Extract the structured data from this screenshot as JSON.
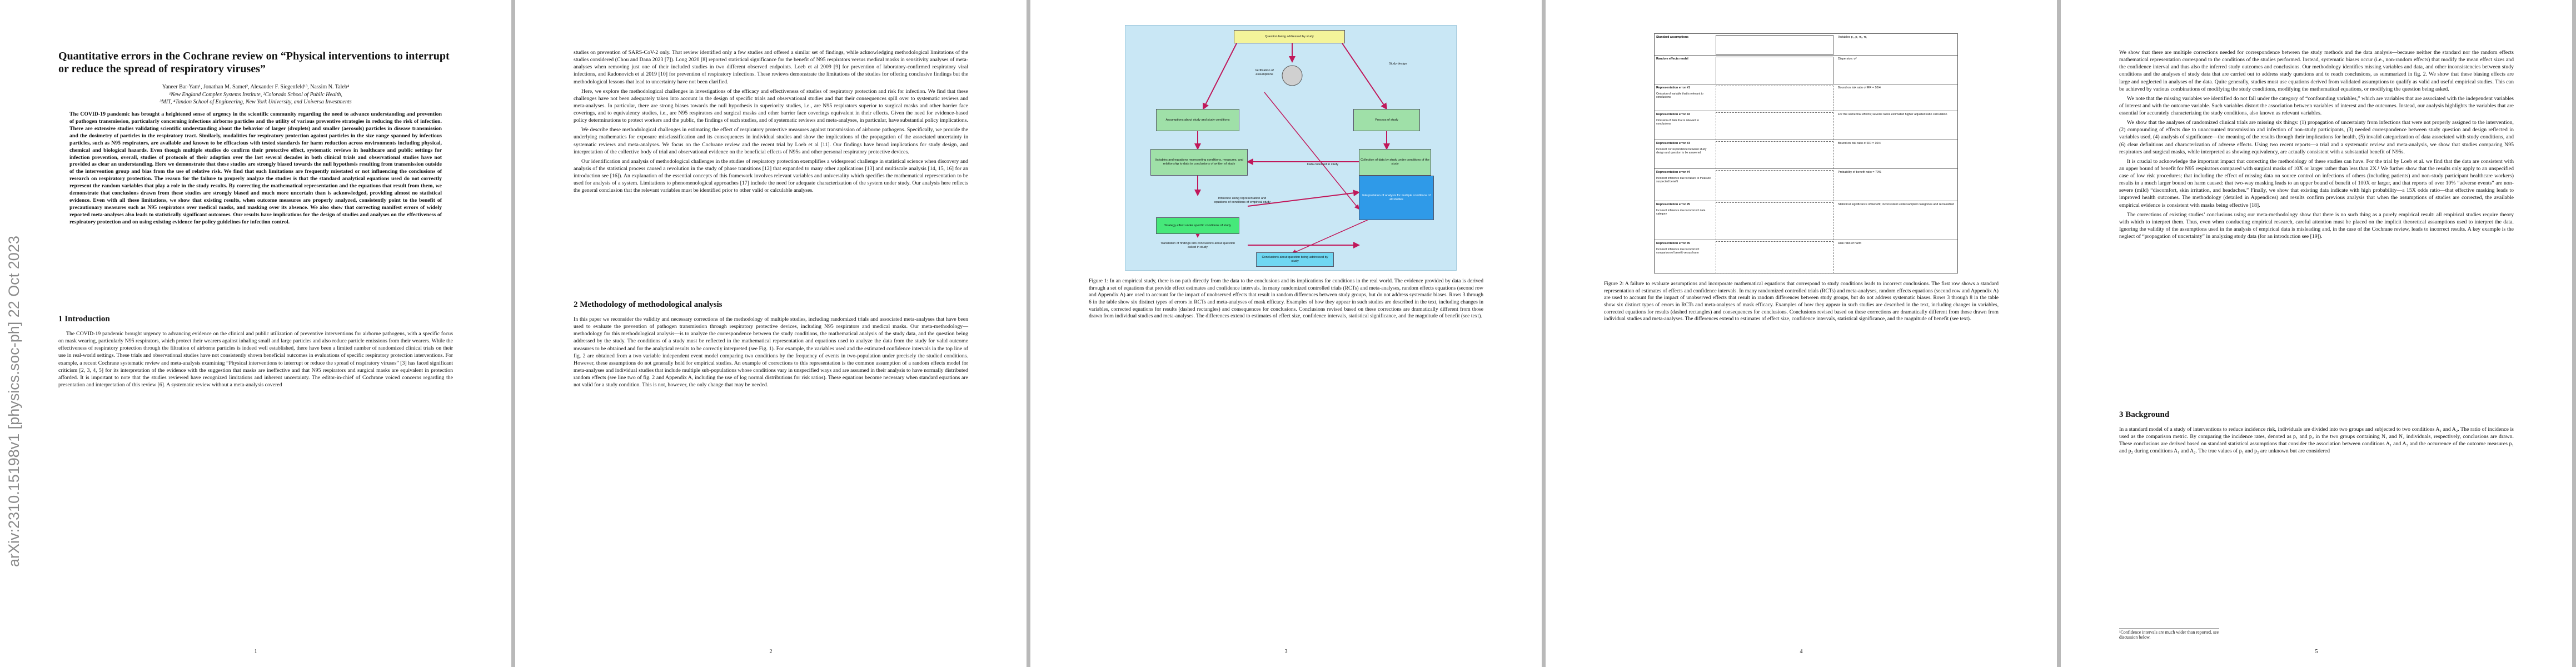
{
  "arxiv_id": "arXiv:2310.15198v1 [physics.soc-ph] 22 Oct 2023",
  "page_numbers": [
    "1",
    "2",
    "3",
    "4",
    "5"
  ],
  "page1": {
    "title": "Quantitative errors in the Cochrane review on “Physical interventions to interrupt or reduce the spread of respiratory viruses”",
    "authors": "Yaneer Bar-Yam¹, Jonathan M. Samet², Alexander F. Siegenfeld¹³, Nassim N. Taleb⁴",
    "affil1": "¹New England Complex Systems Institute, ²Colorado School of Public Health,",
    "affil2": "³MIT, ⁴Tandon School of Engineering, New York University, and Universa Investments",
    "abstract": "The COVID-19 pandemic has brought a heightened sense of urgency in the scientific community regarding the need to advance understanding and prevention of pathogen transmission, particularly concerning infectious airborne particles and the utility of various preventive strategies in reducing the risk of infection. There are extensive studies validating scientific understanding about the behavior of larger (droplets) and smaller (aerosols) particles in disease transmission and the dosimetry of particles in the respiratory tract. Similarly, modalities for respiratory protection against particles in the size range spanned by infectious particles, such as N95 respirators, are available and known to be efficacious with tested standards for harm reduction across environments including physical, chemical and biological hazards. Even though multiple studies do confirm their protective effect, systematic reviews in healthcare and public settings for infection prevention, overall, studies of protocols of their adoption over the last several decades in both clinical trials and observational studies have not provided as clear an understanding. Here we demonstrate that these studies are strongly biased towards the null hypothesis resulting from transmission outside of the intervention group and bias from the use of relative risk. We find that such limitations are frequently misstated or not influencing the conclusions of research on respiratory protection. The reason for the failure to properly analyze the studies is that the standard analytical equations used do not correctly represent the random variables that play a role in the study results. By correcting the mathematical representation and the equations that result from them, we demonstrate that conclusions drawn from these studies are strongly biased and much more uncertain than is acknowledged, providing almost no statistical evidence. Even with all these limitations, we show that existing results, when outcome measures are properly analyzed, consistently point to the benefit of precautionary measures such as N95 respirators over medical masks, and masking over its absence. We also show that correcting manifest errors of widely reported meta-analyses also leads to statistically significant outcomes. Our results have implications for the design of studies and analyses on the effectiveness of respiratory protection and on using existing evidence for policy guidelines for infection control.",
    "section_heading": "1   Introduction",
    "intro": "The COVID-19 pandemic brought urgency to advancing evidence on the clinical and public utilization of preventive interventions for airborne pathogens, with a specific focus on mask wearing, particularly N95 respirators, which protect their wearers against inhaling small and large particles and also reduce particle emissions from their wearers. While the effectiveness of respiratory protection through the filtration of airborne particles is indeed well established, there have been a limited number of randomized clinical trials on their use in real-world settings. These trials and observational studies have not consistently shown beneficial outcomes in evaluations of specific respiratory protection interventions. For example, a recent Cochrane systematic review and meta-analysis examining “Physical interventions to interrupt or reduce the spread of respiratory viruses” [3] has faced significant criticism [2, 3, 4, 5] for its interpretation of the evidence with the suggestion that masks are ineffective and that N95 respirators and surgical masks are equivalent in protection afforded. It is important to note that the studies reviewed have recognized limitations and inherent uncertainty. The editor-in-chief of Cochrane voiced concerns regarding the presentation and interpretation of this review [6]. A systematic review without a meta-analysis covered"
  },
  "page2": {
    "para1": "studies on prevention of SARS-CoV-2 only. That review identified only a few studies and offered a similar set of findings, while acknowledging methodological limitations of the studies considered (Chou and Dana 2023 [7]). Long 2020 [8] reported statistical significance for the benefit of N95 respirators versus medical masks in sensitivity analyses of meta-analyses when removing just one of their included studies in two different observed endpoints. Loeb et al 2009 [9] for prevention of laboratory-confirmed respiratory viral infections, and Radonovich et al 2019 [10] for prevention of respiratory infections. These reviews demonstrate the limitations of the studies for offering conclusive findings but the methodological lessons that lead to uncertainty have not been clarified.",
    "para2": "Here, we explore the methodological challenges in investigations of the efficacy and effectiveness of studies of respiratory protection and risk for infection. We find that these challenges have not been adequately taken into account in the design of specific trials and observational studies and that their consequences spill over to systematic reviews and meta-analyses. In particular, there are strong biases towards the null hypothesis in superiority studies, i.e., are N95 respirators superior to surgical masks and other barrier face coverings, and to equivalency studies, i.e., are N95 respirators and surgical masks and other barrier face coverings equivalent in their effects. Given the need for evidence-based policy determinations to protect workers and the public, the findings of such studies, and of systematic reviews and meta-analyses, in particular, have substantial policy implications.",
    "para3": "We describe these methodological challenges in estimating the effect of respiratory protective measures against transmission of airborne pathogens. Specifically, we provide the underlying mathematics for exposure misclassification and its consequences in individual studies and show the implications of the propagation of the associated uncertainty in systematic reviews and meta-analyses. We focus on the Cochrane review and the recent trial by Loeb et al [11]. Our findings have broad implications for study design, and interpretation of the collective body of trial and observational evidence on the beneficial effects of N95s and other personal respiratory protective devices.",
    "para4": "Our identification and analysis of methodological challenges in the studies of respiratory protection exemplifies a widespread challenge in statistical science when discovery and analysis of the statistical process caused a revolution in the study of phase transitions [12] that expanded to many other applications [13] and multiscale analysis [14, 15, 16] for an introduction see [16]). An explanation of the essential concepts of this framework involves relevant variables and universality which specifies the mathematical representation to be used for analysis of a system. Limitations to phenomenological approaches [17] include the need for adequate characterization of the system under study. Our analysis here reflects the general conclusion that the relevant variables must be identified prior to other valid or calculable analyses.",
    "section_heading": "2   Methodology of methodological analysis",
    "para5": "In this paper we reconsider the validity and necessary corrections of the methodology of multiple studies, including randomized trials and associated meta-analyses that have been used to evaluate the prevention of pathogen transmission through respiratory protective devices, including N95 respirators and medical masks. Our meta-methodology—methodology for this methodological analysis—is to analyze the correspondence between the study conditions, the mathematical analysis of the study data, and the question being addressed by the study. The conditions of a study must be reflected in the mathematical representation and equations used to analyze the data from the study for valid outcome measures to be obtained and for the analytical results to be correctly interpreted (see Fig. 1). For example, the variables used and the estimated confidence intervals in the top line of fig. 2 are obtained from a two variable independent event model comparing two conditions by the frequency of events in two-population under precisely the studied conditions. However, these assumptions do not generally hold for empirical studies. An example of corrections to this representation is the common assumption of a random effects model for meta-analyses and individual studies that include multiple sub-populations whose conditions vary in unspecified ways and are assumed in their analysis to have normally distributed random effects (see line two of fig. 2 and Appendix A, including the use of log normal distributions for risk ratios). These equations become necessary when standard equations are not valid for a study condition. This is not, however, the only change that may be needed."
  },
  "page3": {
    "flowchart": {
      "top": "Question being addressed by study",
      "verification": "Verification of assumptions",
      "study_design": "Study design",
      "assumptions": "Assumptions about study and study conditions",
      "variables": "Variables and equations representing conditions, measures, and relationship to data to conclusions of written of study",
      "data_collected": "Data collected in study",
      "collection": "Collection of data by study under conditions of the study",
      "process": "Process of study",
      "inference": "Inference using representation and equations of conditions of empirical study",
      "strategy": "Strategy effect under specific conditions of study",
      "interpretation": "Interpretation of analysis for multiple conditions of all studies",
      "translation": "Translation of findings into conclusions about question asked in study",
      "conclusions": "Conclusions about question being addressed by study"
    },
    "caption": "Figure 1: In an empirical study, there is no path directly from the data to the conclusions and its implications for conditions in the real world. The evidence provided by data is derived through a set of equations that provide effect estimates and confidence intervals. In many randomized controlled trials (RCTs) and meta-analyses, random effects equations (second row and Appendix A) are used to account for the impact of unobserved effects that result in random differences between study groups, but do not address systematic biases. Rows 3 through 6 in the table show six distinct types of errors in RCTs and meta-analyses of mask efficacy. Examples of how they appear in such studies are described in the text, including changes in variables, corrected equations for results (dashed rectangles) and consequences for conclusions. Conclusions revised based on these corrections are dramatically different from those drawn from individual studies and meta-analyses. The differences extend to estimates of effect size, confidence intervals, statistical significance, and the magnitude of benefit (see text)."
  },
  "page4": {
    "table_rows": [
      {
        "label": "Standard assumptions",
        "left": "",
        "right": "Variables  p₁, p₂  π₁, π₂"
      },
      {
        "label": "Random effects model",
        "left": "",
        "right": "Dispersion: σ²"
      },
      {
        "label": "Representation error #1",
        "left": "Omission of variable that is relevant to conclusions",
        "right": "Bound on risk ratio of RR = 10/4"
      },
      {
        "label": "Representation error #2",
        "left": "Omission of data that is relevant to conclusions",
        "right": "For the same trial effects; several ratios estimated higher adjusted ratio calculation"
      },
      {
        "label": "Representation error #3",
        "left": "Incorrect correspondence between study design and question to be answered",
        "right": "Bound on risk ratio of RR = 10/4"
      },
      {
        "label": "Representation error #4",
        "left": "Incorrect inference due to failure to measure suspected benefit",
        "right": "Probability of benefit ratio = 70%"
      },
      {
        "label": "Representation error #5",
        "left": "Incorrect inference due to incorrect data category",
        "right": "Statistical significance of benefit; inconsistent undersampled categories and reclassified"
      },
      {
        "label": "Representation error #6",
        "left": "Incorrect inference due to incorrect comparison of benefit versus harm",
        "right": "Risk ratio of harm"
      }
    ],
    "caption": "Figure 2: A failure to evaluate assumptions and incorporate mathematical equations that correspond to study conditions leads to incorrect conclusions. The first row shows a standard representation of estimates of effects and confidence intervals. In many randomized controlled trials (RCTs) and meta-analyses, random effects equations (second row and Appendix A) are used to account for the impact of unobserved effects that result in random differences between study groups, but do not address systematic biases. Rows 3 through 8 in the table show six distinct types of errors in RCTs and meta-analyses of mask efficacy. Examples of how they appear in such studies are described in the text, including changes in variables, corrected equations for results (dashed rectangles) and consequences for conclusions. Conclusions revised based on these corrections are dramatically different from those drawn from individual studies and meta-analyses. The differences extend to estimates of effect size, confidence intervals, statistical significance, and the magnitude of benefit (see text)."
  },
  "page5": {
    "para1": "We show that there are multiple corrections needed for correspondence between the study methods and the data analysis—because neither the standard nor the random effects mathematical representation correspond to the conditions of the studies performed. Instead, systematic biases occur (i.e., non-random effects) that modify the mean effect sizes and the confidence interval and thus also the inferred study outcomes and conclusions. Our methodology identifies missing variables and data, and other inconsistencies between study conditions and the analyses of study data that are carried out to address study questions and to reach conclusions, as summarized in fig. 2. We show that these biasing effects are large and neglected in analyses of the data. Quite generally, studies must use equations derived from validated assumptions to qualify as valid and useful empirical studies. This can be achieved by various combinations of modifying the study conditions, modifying the mathematical equations, or modifying the question being asked.",
    "para2": "We note that the missing variables we identified do not fall under the category of “confounding variables,” which are variables that are associated with the independent variables of interest and with the outcome variable. Such variables distort the association between variables of interest and the outcomes. Instead, our analysis highlights the variables that are essential for accurately characterizing the study conditions, also known as relevant variables.",
    "para3": "We show that the analyses of randomized clinical trials are missing six things: (1) propagation of uncertainty from infections that were not properly assigned to the intervention, (2) compounding of effects due to unaccounted transmission and infection of non-study participants, (3) needed correspondence between study question and design reflected in variables used, (4) analysis of significance—the meaning of the results through their implications for health, (5) invalid categorization of data associated with study conditions, and (6) clear definitions and characterization of adverse effects. Using two recent reports—a trial and a systematic review and meta-analysis, we show that studies comparing N95 respirators and surgical masks, while interpreted as showing equivalency, are actually consistent with a substantial benefit of N95s.",
    "para4": "It is crucial to acknowledge the important impact that correcting the methodology of these studies can have. For the trial by Loeb et al. we find that the data are consistent with an upper bound of benefit for N95 respirators compared with surgical masks of 10X or larger rather than less than 2X.¹ We further show that the results only apply to an unspecified case of low risk procedures; that including the effect of missing data on source control on infections of others (including patients) and non-study participant healthcare workers) results in a much larger bound on harm caused: that two-way masking leads to an upper bound of benefit of 100X or larger, and that reports of over 10% “adverse events” are non-severe (mild) “discomfort, skin irritation, and headaches.” Finally, we show that existing data indicate with high probability—a 15X odds ratio—that effective masking leads to improved health outcomes. The methodology (detailed in Appendices) and results confirm previous analysis that when the assumptions of studies are corrected, the available empirical evidence is consistent with masks being effective [18].",
    "para5": "The corrections of existing studies’ conclusions using our meta-methodology show that there is no such thing as a purely empirical result: all empirical studies require theory with which to interpret them. Thus, even when conducting empirical research, careful attention must be placed on the implicit theoretical assumptions used to interpret the data. Ignoring the validity of the assumptions used in the analysis of empirical data is misleading and, in the case of the Cochrane review, leads to incorrect results. A key example is the neglect of “propagation of uncertainty” in analyzing study data (for an introduction see [19]).",
    "section_heading": "3   Background",
    "para6": "In a standard model of a study of interventions to reduce incidence risk, individuals are divided into two groups and subjected to two conditions A₁ and A₂. The ratio of incidence is used as the comparison metric. By comparing the incidence rates, denoted as p₁ and p₂ in the two groups containing N₁ and N₂ individuals, respectively, conclusions are drawn. These conclusions are derived based on standard statistical assumptions that consider the association between conditions A₁ and A₂ and the occurrence of the outcome measures p₁ and p₂ during conditions A₁ and A₂. The true values of p₁ and p₂ are unknown but are considered",
    "footnote": "¹Confidence intervals are much wider than reported, see discussion below."
  }
}
